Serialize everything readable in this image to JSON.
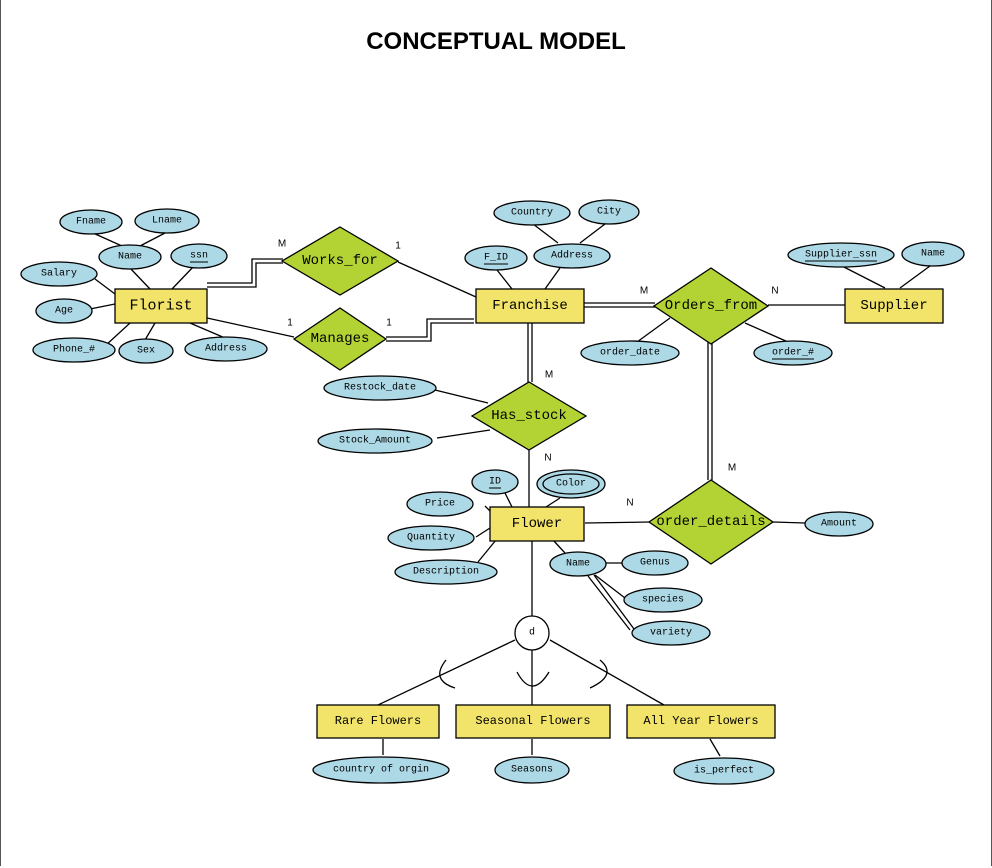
{
  "title": "CONCEPTUAL MODEL",
  "colors": {
    "entity": "#f2e36a",
    "relationship": "#b3d334",
    "attribute": "#add8e6"
  },
  "entities": {
    "florist": "Florist",
    "franchise": "Franchise",
    "supplier": "Supplier",
    "flower": "Flower",
    "rare": "Rare Flowers",
    "seasonal": "Seasonal Flowers",
    "allyear": "All Year Flowers"
  },
  "relationships": {
    "works_for": "Works_for",
    "manages": "Manages",
    "orders_from": "Orders_from",
    "has_stock": "Has_stock",
    "order_details": "order_details"
  },
  "attributes": {
    "fname": "Fname",
    "lname": "Lname",
    "name_f": "Name",
    "ssn": "ssn",
    "salary": "Salary",
    "age": "Age",
    "phone": "Phone_#",
    "sex": "Sex",
    "address_f": "Address",
    "country": "Country",
    "city": "City",
    "fid": "F_ID",
    "address_fr": "Address",
    "supplier_ssn": "Supplier_ssn",
    "name_s": "Name",
    "order_date": "order_date",
    "order_no": "order_#",
    "restock_date": "Restock_date",
    "stock_amount": "Stock_Amount",
    "id": "ID",
    "color": "Color",
    "price": "Price",
    "quantity": "Quantity",
    "description": "Description",
    "name_fl": "Name",
    "genus": "Genus",
    "species": "species",
    "variety": "variety",
    "amount": "Amount",
    "country_origin": "country of orgin",
    "seasons": "Seasons",
    "is_perfect": "is_perfect"
  },
  "specialization": "d",
  "cardinalities": {
    "wf_m": "M",
    "wf_1": "1",
    "man_1a": "1",
    "man_1b": "1",
    "of_m": "M",
    "of_n": "N",
    "hs_m": "M",
    "hs_n": "N",
    "od_m": "M",
    "od_n": "N"
  }
}
